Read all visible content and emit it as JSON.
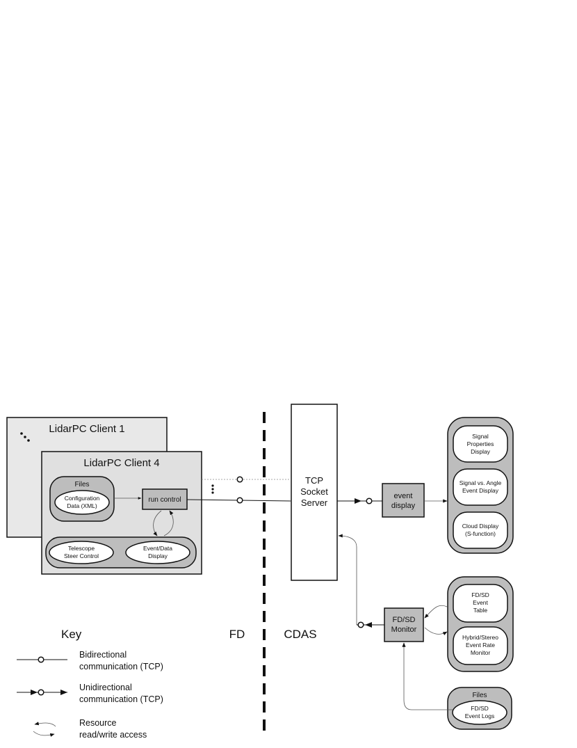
{
  "clients": {
    "client1_title": "LidarPC Client 1",
    "client4_title": "LidarPC Client 4",
    "files_label": "Files",
    "config_line1": "Configuration",
    "config_line2": "Data (XML)",
    "run_control": "run control",
    "telescope_line1": "Telescope",
    "telescope_line2": "Steer Control",
    "eventdata_line1": "Event/Data",
    "eventdata_line2": "Display"
  },
  "server": {
    "line1": "TCP",
    "line2": "Socket",
    "line3": "Server"
  },
  "event_display": {
    "line1": "event",
    "line2": "display"
  },
  "displays": {
    "signal_props": [
      "Signal",
      "Properties",
      "Display"
    ],
    "signal_angle": [
      "Signal vs. Angle",
      "Event Display"
    ],
    "cloud": [
      "Cloud Display",
      "(S-function)"
    ]
  },
  "monitor": {
    "line1": "FD/SD",
    "line2": "Monitor"
  },
  "monitor_group": {
    "event_table": [
      "FD/SD",
      "Event",
      "Table"
    ],
    "rate_monitor": [
      "Hybrid/Stereo",
      "Event Rate",
      "Monitor"
    ]
  },
  "files_group": {
    "title": "Files",
    "logs": [
      "FD/SD",
      "Event Logs"
    ]
  },
  "regions": {
    "fd": "FD",
    "cdas": "CDAS"
  },
  "key": {
    "title": "Key",
    "bidirectional": [
      "Bidirectional",
      "communication (TCP)"
    ],
    "unidirectional": [
      "Unidirectional",
      "communication (TCP)"
    ],
    "resource": [
      "Resource",
      "read/write access"
    ]
  }
}
